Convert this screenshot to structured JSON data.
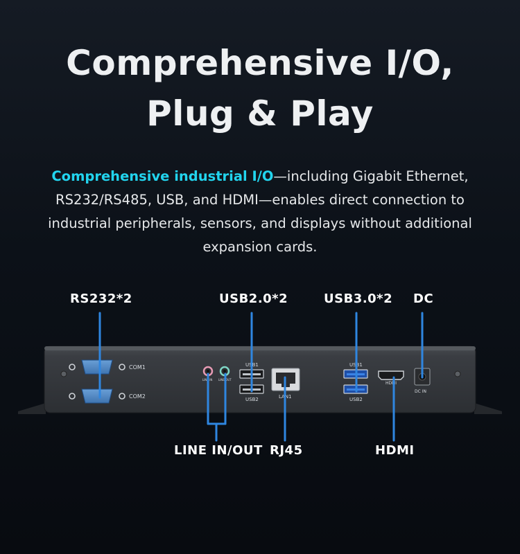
{
  "headline": {
    "line1": "Comprehensive I/O,",
    "line2": "Plug & Play"
  },
  "description": {
    "highlight": "Comprehensive industrial I/O",
    "rest": "—including Gigabit Ethernet, RS232/RS485, USB, and HDMI—enables direct connection to industrial peripherals, sensors, and displays without additional expansion cards."
  },
  "callouts": {
    "rs232": "RS232*2",
    "usb2": "USB2.0*2",
    "usb3": "USB3.0*2",
    "dc": "DC",
    "line_inout": "LINE IN/OUT",
    "rj45": "RJ45",
    "hdmi": "HDMI"
  },
  "panel_labels": {
    "com1": "COM1",
    "com2": "COM2",
    "line_in": "LINE IN",
    "line_out": "LINE OUT",
    "usb1_top": "USB1",
    "usb2_bottom": "USB2",
    "lan1": "LAN1",
    "usb1_b_top": "USB1",
    "usb2_b_bottom": "USB2",
    "hdmi": "HDMI",
    "dc_in": "DC IN"
  },
  "colors": {
    "accent": "#22d4ee",
    "callout_line": "#2f86e0",
    "background": "#0c1118",
    "chassis": "#3a3d42"
  }
}
